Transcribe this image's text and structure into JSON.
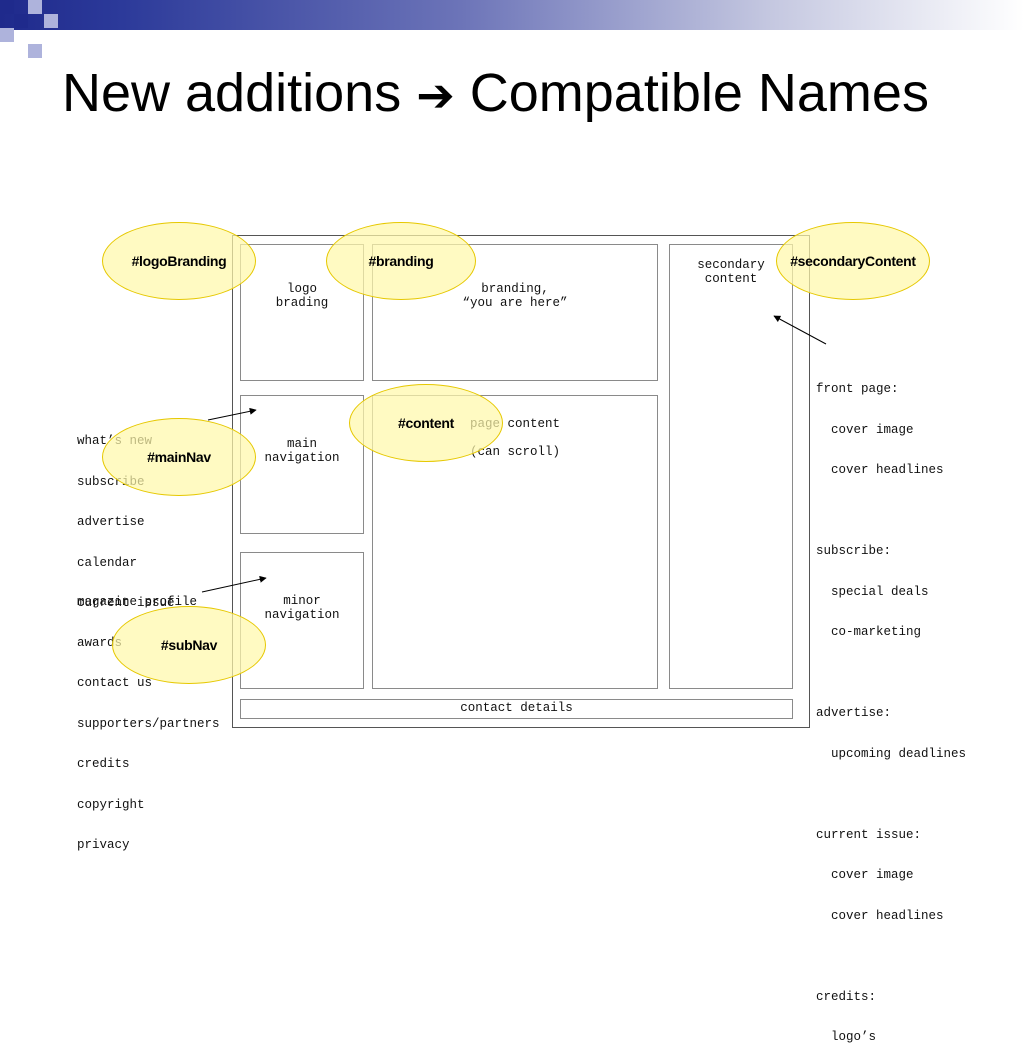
{
  "slide": {
    "title_part1": "New additions",
    "arrow_symbol": "➔",
    "title_part2": "Compatible Names"
  },
  "wireframe": {
    "logo_box": "logo\nbrading",
    "branding_box": "branding,\n“you are here”",
    "secondary_box": "secondary\ncontent",
    "main_nav_box": "main\nnavigation",
    "content_box": "page content\n\n(can scroll)",
    "minor_nav_box": "minor\nnavigation",
    "contact_box": "contact details"
  },
  "annotations": {
    "main_nav_list": [
      "what’s new",
      "subscribe",
      "advertise",
      "calendar",
      "current issue"
    ],
    "sub_nav_list": [
      "magazine profile",
      "awards",
      "contact us",
      "supporters/partners",
      "credits",
      "copyright",
      "privacy"
    ],
    "secondary_list": [
      "front page:",
      "  cover image",
      "  cover headlines",
      "",
      "subscribe:",
      "  special deals",
      "  co-marketing",
      "",
      "advertise:",
      "  upcoming deadlines",
      "",
      "current issue:",
      "  cover image",
      "  cover headlines",
      "",
      "credits:",
      "  logo’s"
    ]
  },
  "bubbles": {
    "logo_branding": "#logoBranding",
    "branding": "#branding",
    "secondary_content": "#secondaryContent",
    "content": "#content",
    "main_nav": "#mainNav",
    "sub_nav": "#subNav"
  },
  "colors": {
    "bubble_fill": "#fff8aa",
    "bubble_stroke": "#e6c800",
    "bar_start": "#1f2a8c"
  }
}
